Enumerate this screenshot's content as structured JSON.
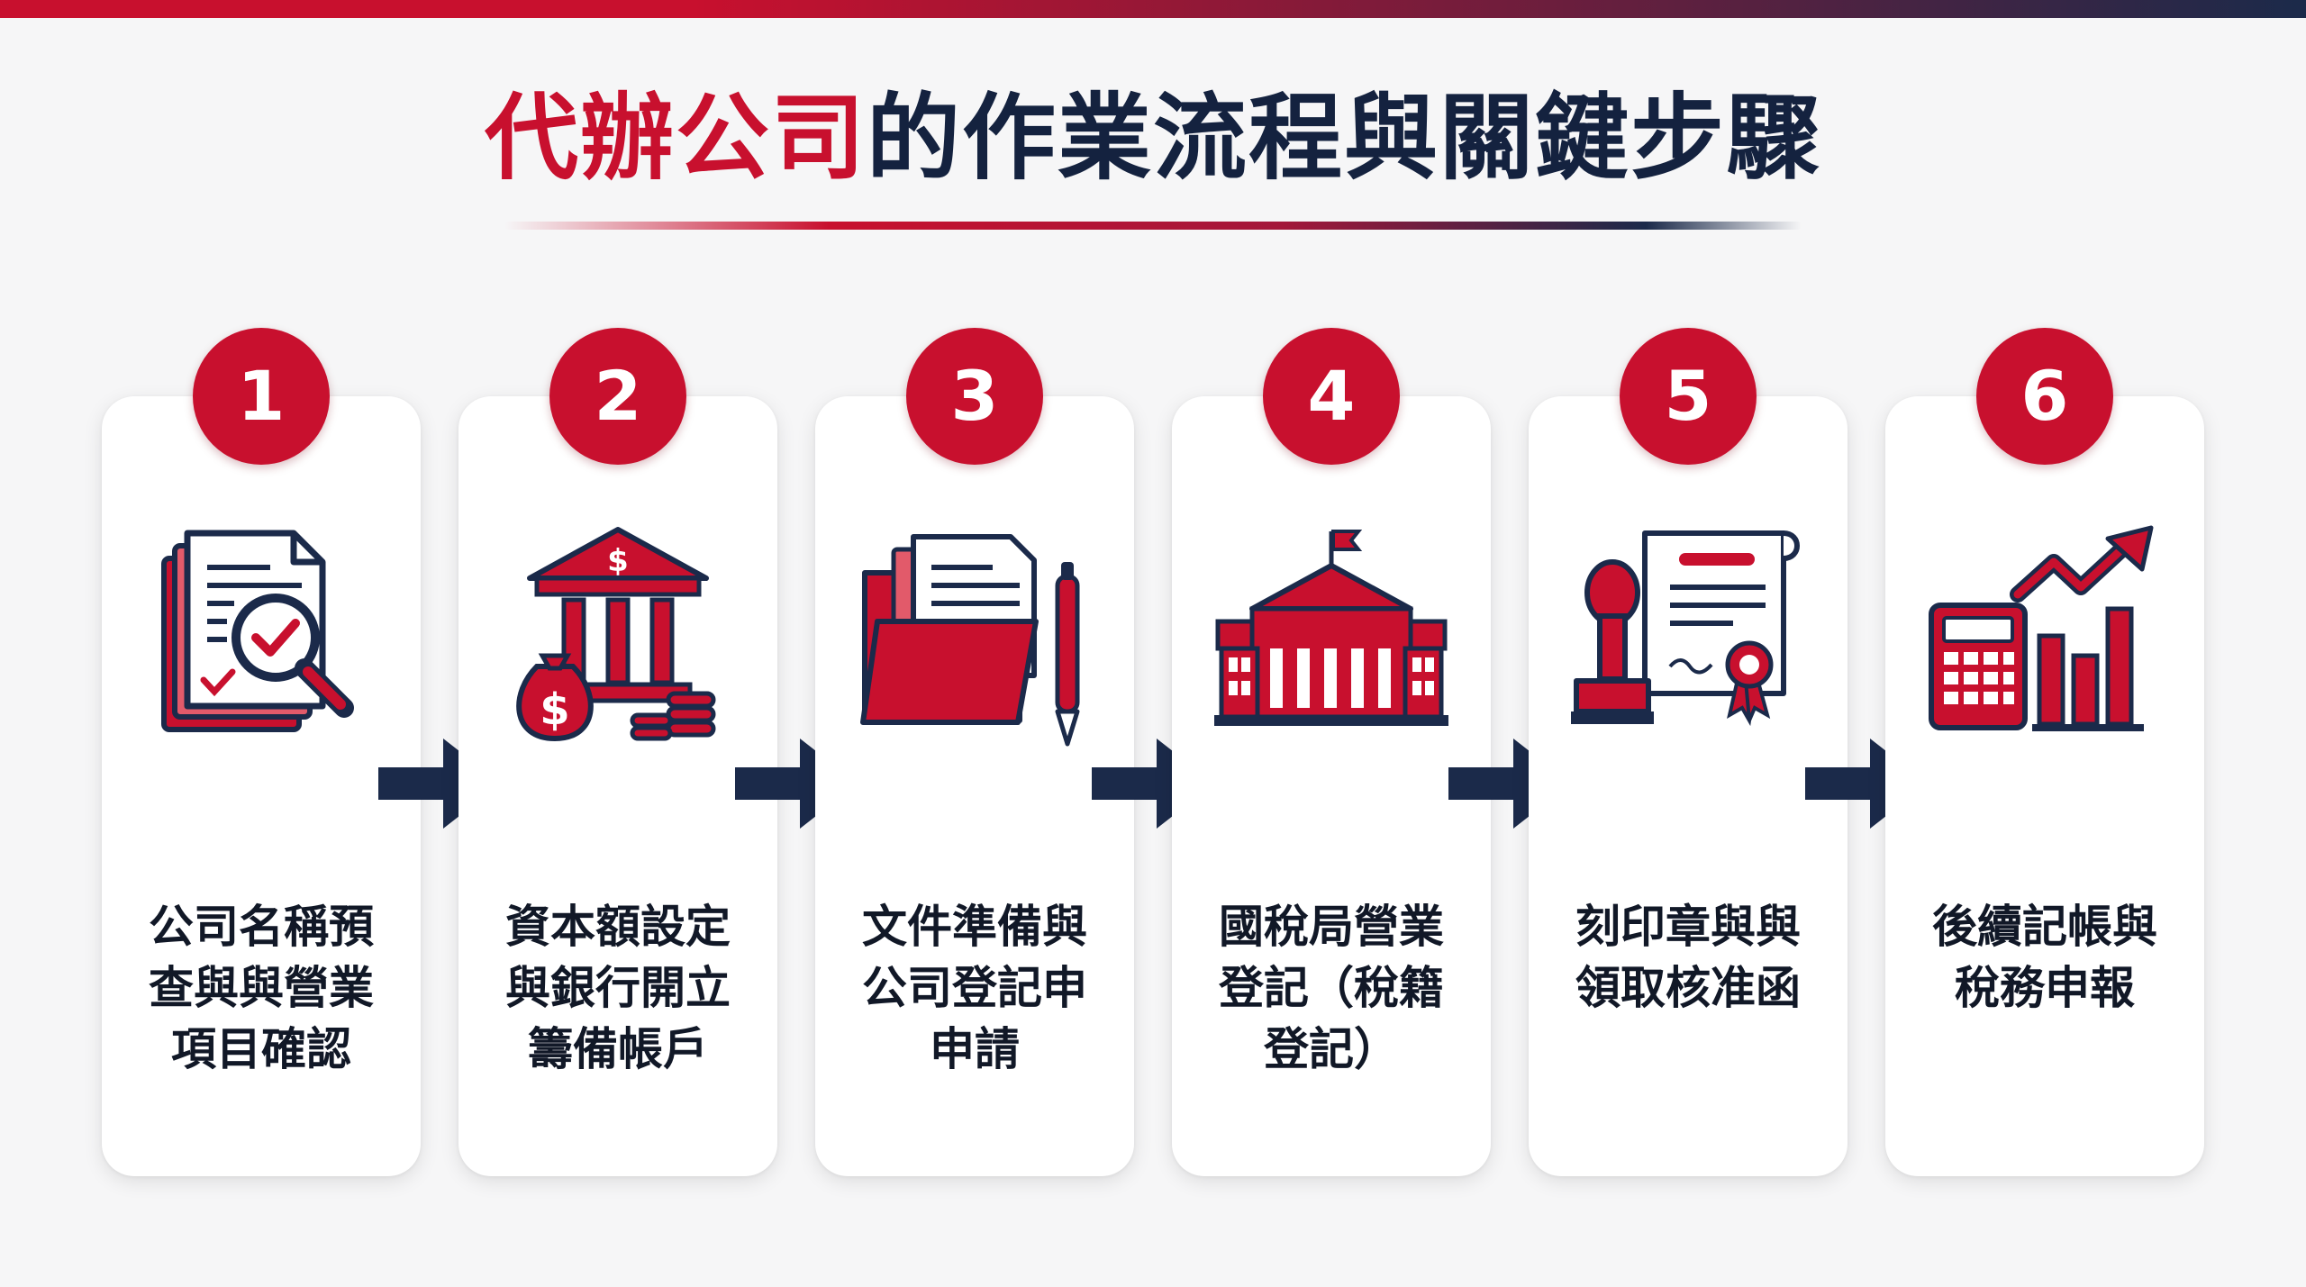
{
  "title": {
    "accent": "代辦公司",
    "rest": "的作業流程與關鍵步驟"
  },
  "colors": {
    "accent": "#c8102e",
    "navy": "#1b2a4a",
    "card": "#ffffff",
    "background": "#f6f6f7"
  },
  "steps": [
    {
      "number": "1",
      "icon": "document-search-icon",
      "lines": [
        "公司名稱預",
        "查與與營業",
        "項目確認"
      ]
    },
    {
      "number": "2",
      "icon": "bank-money-icon",
      "lines": [
        "資本額設定",
        "與銀行開立",
        "籌備帳戶"
      ]
    },
    {
      "number": "3",
      "icon": "folder-documents-icon",
      "lines": [
        "文件準備與",
        "公司登記申",
        "申請"
      ]
    },
    {
      "number": "4",
      "icon": "government-building-icon",
      "lines": [
        "國稅局營業",
        "登記（稅籍",
        "登記）"
      ]
    },
    {
      "number": "5",
      "icon": "stamp-certificate-icon",
      "lines": [
        "刻印章與與",
        "領取核准函"
      ]
    },
    {
      "number": "6",
      "icon": "calculator-growth-icon",
      "lines": [
        "後續記帳與",
        "稅務申報"
      ]
    }
  ]
}
